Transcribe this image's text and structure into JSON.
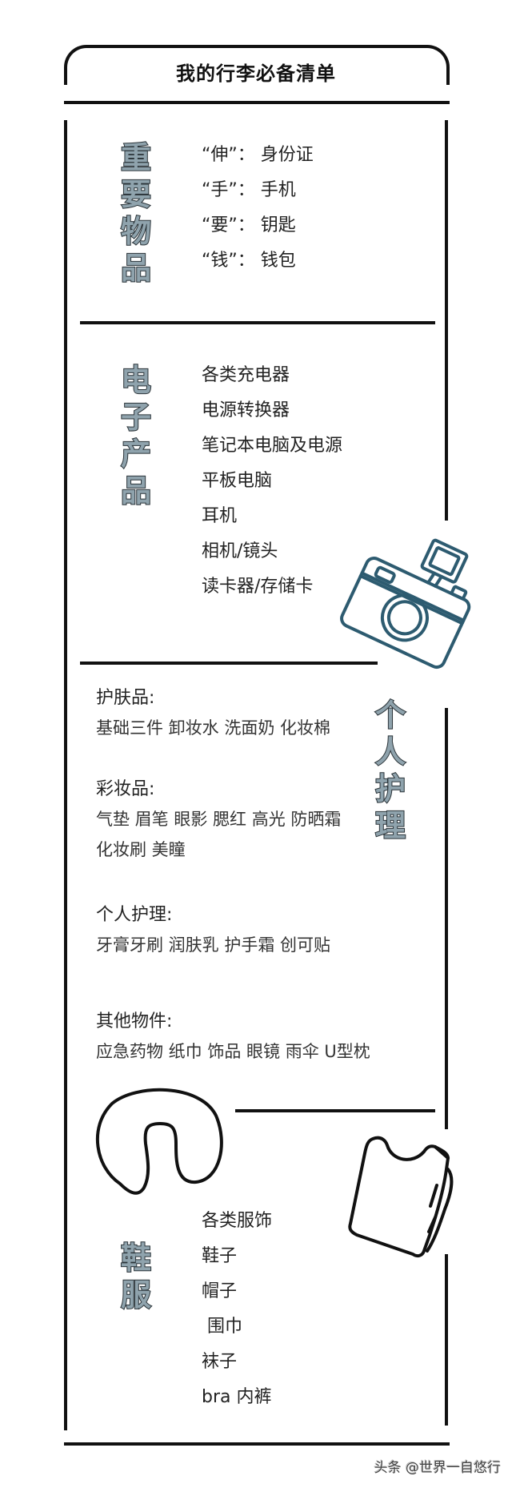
{
  "title": "我的行李必备清单",
  "sections": {
    "important": {
      "heading": [
        "重",
        "要",
        "物",
        "品"
      ],
      "items": [
        "“伸”： 身份证",
        "“手”： 手机",
        "“要”： 钥匙",
        "“钱”： 钱包"
      ]
    },
    "electronics": {
      "heading": [
        "电",
        "子",
        "产",
        "品"
      ],
      "items": [
        "各类充电器",
        "电源转换器",
        "笔记本电脑及电源",
        "平板电脑",
        "耳机",
        "相机/镜头",
        "读卡器/存储卡"
      ]
    },
    "personal_care": {
      "heading": [
        "个",
        "人",
        "护",
        "理"
      ],
      "groups": [
        {
          "label": "护肤品:",
          "lines": [
            "基础三件 卸妆水 洗面奶 化妆棉"
          ]
        },
        {
          "label": "彩妆品:",
          "lines": [
            "气垫 眉笔 眼影 腮红 高光 防晒霜",
            "化妆刷 美瞳"
          ]
        },
        {
          "label": "个人护理:",
          "lines": [
            "牙膏牙刷 润肤乳 护手霜 创可贴"
          ]
        },
        {
          "label": "其他物件:",
          "lines": [
            "应急药物 纸巾 饰品 眼镜 雨伞 U型枕"
          ]
        }
      ]
    },
    "clothing": {
      "heading": [
        "鞋",
        "服"
      ],
      "items": [
        "各类服饰",
        "鞋子",
        "帽子",
        " 围巾",
        "袜子",
        "bra 内裤"
      ]
    }
  },
  "illustrations": {
    "camera": "camera-icon",
    "neck_pillow": "u-pillow-icon",
    "shirt": "folded-shirt-icon"
  },
  "colors": {
    "line": "#111111",
    "heading_fill": "#8fa3ad",
    "heading_stroke": "#2a3338",
    "camera_stroke": "#2d5b70"
  },
  "watermark": "头条 @世界一自悠行"
}
